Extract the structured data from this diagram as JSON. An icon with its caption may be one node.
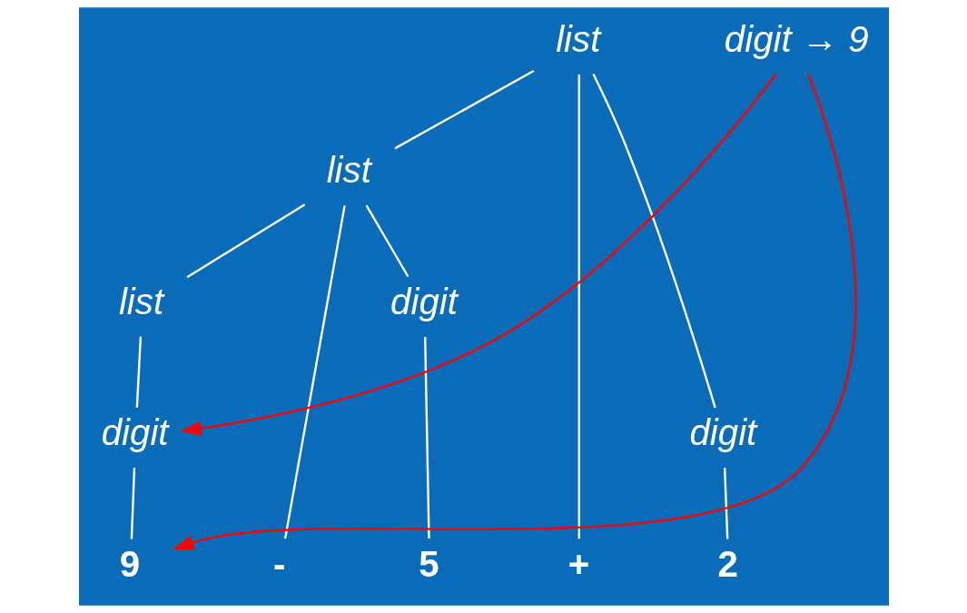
{
  "diagram": {
    "nodes": [
      {
        "text": [
          "list"
        ]
      },
      {
        "text": [
          "list"
        ]
      },
      {
        "text": [
          "digit"
        ]
      },
      {
        "text": [
          "list"
        ]
      },
      {
        "text": [
          "digit"
        ]
      },
      {
        "text": [
          "digit"
        ]
      },
      {
        "text": [
          "9"
        ]
      },
      {
        "text": [
          "-"
        ]
      },
      {
        "text": [
          "5"
        ]
      },
      {
        "text": [
          "+"
        ]
      },
      {
        "text": [
          "2"
        ]
      },
      {
        "text": [
          "digit → 9"
        ]
      }
    ],
    "edges": [
      {
        "from": 0,
        "to": 1,
        "arrow": "none"
      },
      {
        "from": 0,
        "to": 9,
        "arrow": "none"
      },
      {
        "from": 0,
        "to": 2,
        "arrow": "none"
      },
      {
        "from": 1,
        "to": 3,
        "arrow": "none"
      },
      {
        "from": 1,
        "to": 7,
        "arrow": "none"
      },
      {
        "from": 1,
        "to": 4,
        "arrow": "none"
      },
      {
        "from": 2,
        "to": 10,
        "arrow": "none"
      },
      {
        "from": 3,
        "to": 5,
        "arrow": "none"
      },
      {
        "from": 4,
        "to": 8,
        "arrow": "none"
      },
      {
        "from": 5,
        "to": 6,
        "arrow": "none"
      },
      {
        "from": 11,
        "to": 5,
        "arrow": "to",
        "color": "#ff0000"
      },
      {
        "from": 11,
        "to": 6,
        "arrow": "to",
        "color": "#ff0000"
      }
    ]
  }
}
